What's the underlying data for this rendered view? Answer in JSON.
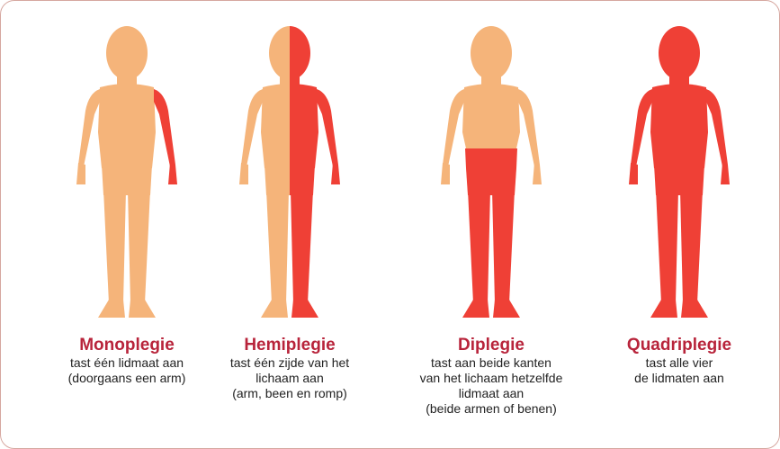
{
  "colors": {
    "skin": "#f5b47a",
    "affected": "#ef4036",
    "title": "#b8243b",
    "border": "#d6a7a0"
  },
  "panels": [
    {
      "title": "Monoplegie",
      "lines": [
        "tast één lidmaat aan",
        "(doorgaans een arm)"
      ]
    },
    {
      "title": "Hemiplegie",
      "lines": [
        "tast één zijde van het",
        "lichaam aan",
        "(arm, been en romp)"
      ]
    },
    {
      "title": "Diplegie",
      "lines": [
        "tast aan beide kanten",
        "van het lichaam hetzelfde",
        "lidmaat aan",
        "(beide armen of benen)"
      ]
    },
    {
      "title": "Quadriplegie",
      "lines": [
        "tast alle vier",
        "de lidmaten aan"
      ]
    }
  ]
}
